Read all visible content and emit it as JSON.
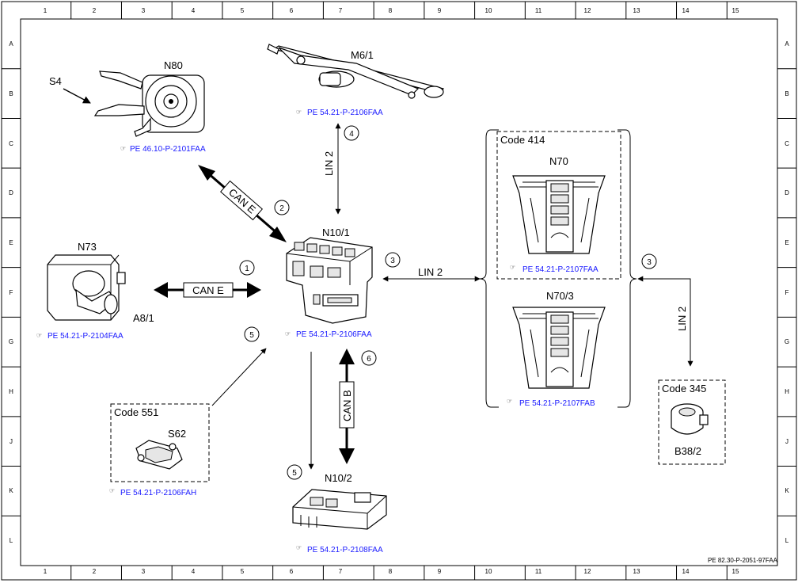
{
  "grid": {
    "columns": [
      "1",
      "2",
      "3",
      "4",
      "5",
      "6",
      "7",
      "8",
      "9",
      "10",
      "11",
      "12",
      "13",
      "14",
      "15"
    ],
    "rows": [
      "A",
      "B",
      "C",
      "D",
      "E",
      "F",
      "G",
      "H",
      "J",
      "K",
      "L"
    ]
  },
  "components": {
    "n80": "N80",
    "s4": "S4",
    "m6_1": "M6/1",
    "n10_1": "N10/1",
    "n73": "N73",
    "a8_1": "A8/1",
    "n70": "N70",
    "n70_3": "N70/3",
    "s62": "S62",
    "n10_2": "N10/2",
    "b38_2": "B38/2"
  },
  "codes": {
    "code414": "Code 414",
    "code551": "Code 551",
    "code345": "Code 345"
  },
  "references": {
    "n80": "PE 46.10-P-2101FAA",
    "m6_1": "PE 54.21-P-2106FAA",
    "n73": "PE 54.21-P-2104FAA",
    "n10_1": "PE 54.21-P-2106FAA",
    "n70": "PE 54.21-P-2107FAA",
    "n70_3": "PE 54.21-P-2107FAB",
    "s62": "PE 54.21-P-2106FAH",
    "n10_2": "PE 54.21-P-2108FAA"
  },
  "buses": {
    "can_e_1": "CAN E",
    "can_e_2": "CAN E",
    "lin2_top": "LIN 2",
    "lin2_mid": "LIN 2",
    "lin2_right": "LIN 2",
    "can_b": "CAN B"
  },
  "markers": {
    "m1": "1",
    "m2": "2",
    "m3a": "3",
    "m3b": "3",
    "m4": "4",
    "m5a": "5",
    "m5b": "5",
    "m6": "6"
  },
  "doc_number": "PE 82.30-P-2051-97FAA"
}
